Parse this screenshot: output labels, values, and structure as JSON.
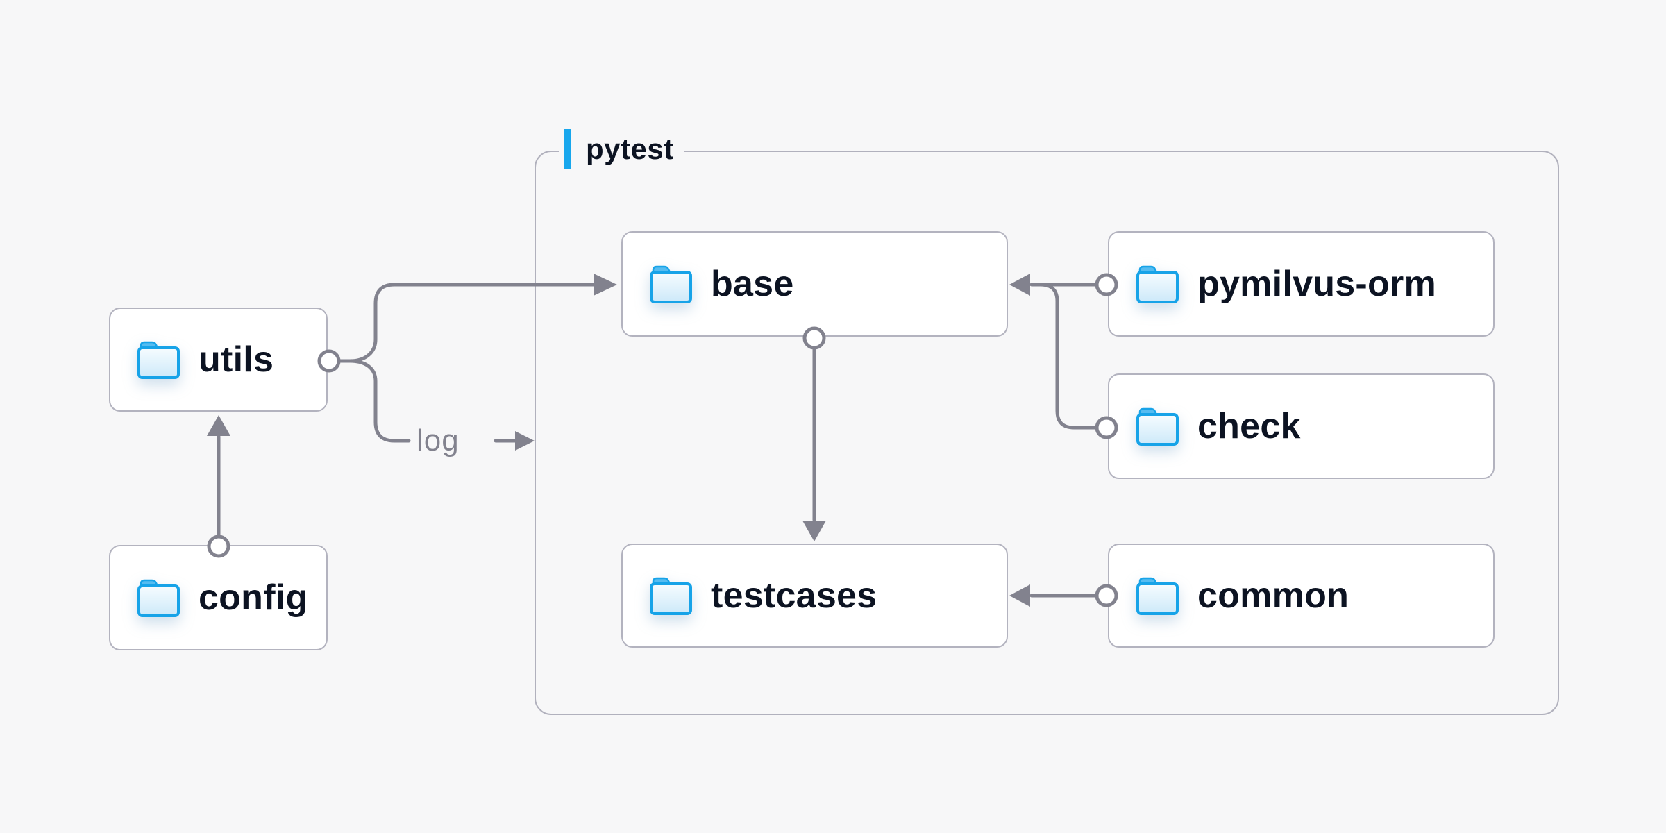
{
  "diagram": {
    "group": {
      "label": "pytest"
    },
    "nodes": {
      "utils": {
        "label": "utils"
      },
      "config": {
        "label": "config"
      },
      "base": {
        "label": "base"
      },
      "pymilvus_orm": {
        "label": "pymilvus-orm"
      },
      "check": {
        "label": "check"
      },
      "testcases": {
        "label": "testcases"
      },
      "common": {
        "label": "common"
      }
    },
    "edge_labels": {
      "log": "log"
    },
    "edges": [
      {
        "from": "config",
        "to": "utils",
        "style": "arrow"
      },
      {
        "from": "utils",
        "to": "base",
        "style": "arrow"
      },
      {
        "from": "utils",
        "to": "pytest-group",
        "style": "arrow",
        "label": "log"
      },
      {
        "from": "pymilvus_orm",
        "to": "base",
        "style": "arrow"
      },
      {
        "from": "check",
        "to": "base",
        "style": "arrow-merge"
      },
      {
        "from": "base",
        "to": "testcases",
        "style": "arrow"
      },
      {
        "from": "common",
        "to": "testcases",
        "style": "arrow"
      }
    ],
    "colors": {
      "background": "#f7f7f8",
      "connector": "#82828e",
      "node_border": "#b3b3bf",
      "group_border": "#b1b1bd",
      "node_background": "#ffffff",
      "label_text": "#0c1322",
      "edge_label_text": "#82828e",
      "accent_blue": "#18a7ed",
      "folder_blue": "#17a3e8"
    }
  }
}
